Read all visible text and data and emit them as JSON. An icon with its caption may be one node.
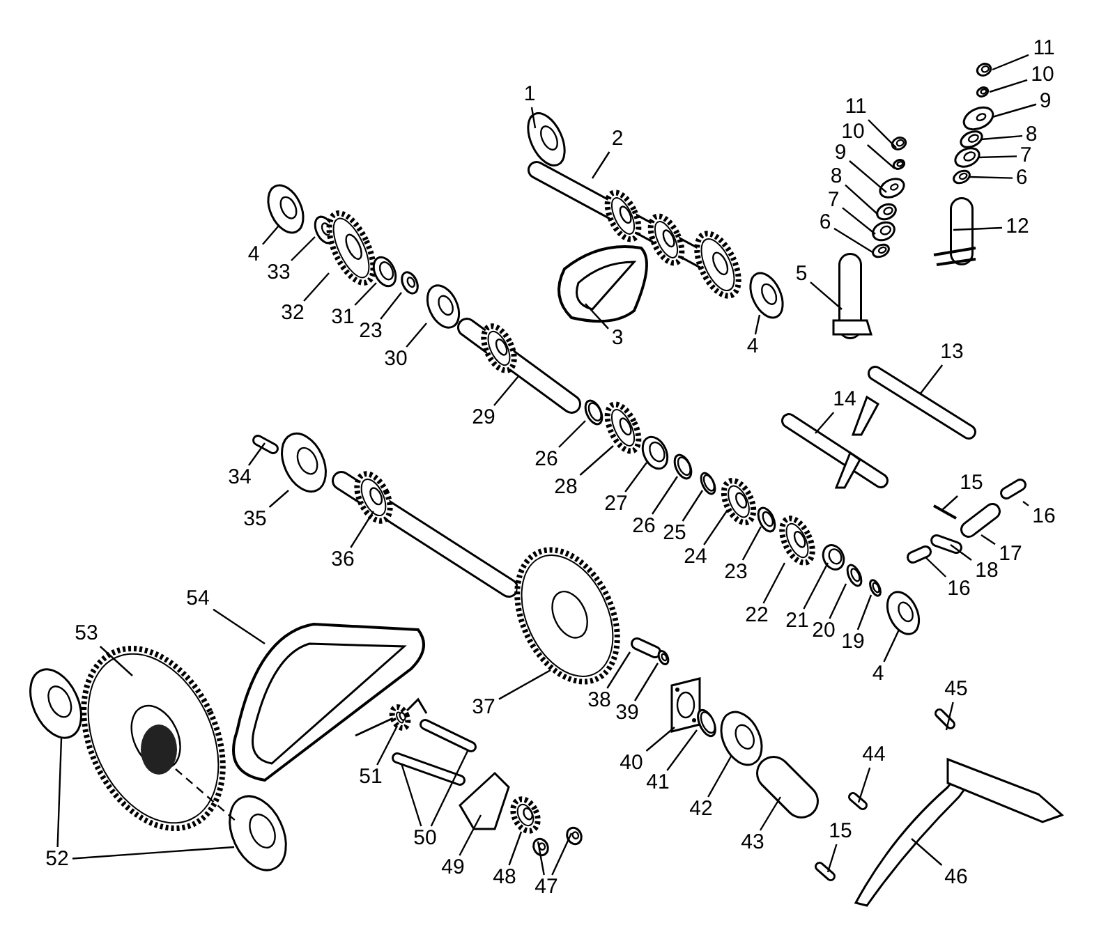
{
  "diagram": {
    "nodes": [
      {
        "text": [
          "1"
        ]
      },
      {
        "text": [
          "2"
        ]
      },
      {
        "text": [
          "3"
        ]
      },
      {
        "text": [
          "4"
        ]
      },
      {
        "text": [
          "33"
        ]
      },
      {
        "text": [
          "32"
        ]
      },
      {
        "text": [
          "31"
        ]
      },
      {
        "text": [
          "23"
        ]
      },
      {
        "text": [
          "30"
        ]
      },
      {
        "text": [
          "4"
        ]
      },
      {
        "text": [
          "5"
        ]
      },
      {
        "text": [
          "11"
        ]
      },
      {
        "text": [
          "10"
        ]
      },
      {
        "text": [
          "9"
        ]
      },
      {
        "text": [
          "8"
        ]
      },
      {
        "text": [
          "7"
        ]
      },
      {
        "text": [
          "6"
        ]
      },
      {
        "text": [
          "11"
        ]
      },
      {
        "text": [
          "10"
        ]
      },
      {
        "text": [
          "9"
        ]
      },
      {
        "text": [
          "8"
        ]
      },
      {
        "text": [
          "7"
        ]
      },
      {
        "text": [
          "6"
        ]
      },
      {
        "text": [
          "12"
        ]
      },
      {
        "text": [
          "13"
        ]
      },
      {
        "text": [
          "14"
        ]
      },
      {
        "text": [
          "15"
        ]
      },
      {
        "text": [
          "16"
        ]
      },
      {
        "text": [
          "17"
        ]
      },
      {
        "text": [
          "18"
        ]
      },
      {
        "text": [
          "16"
        ]
      },
      {
        "text": [
          "29"
        ]
      },
      {
        "text": [
          "26"
        ]
      },
      {
        "text": [
          "28"
        ]
      },
      {
        "text": [
          "27"
        ]
      },
      {
        "text": [
          "26"
        ]
      },
      {
        "text": [
          "25"
        ]
      },
      {
        "text": [
          "24"
        ]
      },
      {
        "text": [
          "23"
        ]
      },
      {
        "text": [
          "22"
        ]
      },
      {
        "text": [
          "21"
        ]
      },
      {
        "text": [
          "20"
        ]
      },
      {
        "text": [
          "19"
        ]
      },
      {
        "text": [
          "4"
        ]
      },
      {
        "text": [
          "34"
        ]
      },
      {
        "text": [
          "35"
        ]
      },
      {
        "text": [
          "36"
        ]
      },
      {
        "text": [
          "37"
        ]
      },
      {
        "text": [
          "38"
        ]
      },
      {
        "text": [
          "39"
        ]
      },
      {
        "text": [
          "40"
        ]
      },
      {
        "text": [
          "41"
        ]
      },
      {
        "text": [
          "42"
        ]
      },
      {
        "text": [
          "43"
        ]
      },
      {
        "text": [
          "44"
        ]
      },
      {
        "text": [
          "45"
        ]
      },
      {
        "text": [
          "15"
        ]
      },
      {
        "text": [
          "46"
        ]
      },
      {
        "text": [
          "51"
        ]
      },
      {
        "text": [
          "50"
        ]
      },
      {
        "text": [
          "49"
        ]
      },
      {
        "text": [
          "48"
        ]
      },
      {
        "text": [
          "47"
        ]
      },
      {
        "text": [
          "54"
        ]
      },
      {
        "text": [
          "53"
        ]
      },
      {
        "text": [
          "52"
        ]
      },
      {
        "text": [],
        "shape": "picture"
      },
      {
        "text": [],
        "shape": "picture"
      },
      {
        "text": [],
        "shape": "picture"
      },
      {
        "text": [],
        "shape": "picture"
      },
      {
        "text": [],
        "shape": "picture"
      },
      {
        "text": [],
        "shape": "picture"
      },
      {
        "text": [],
        "shape": "picture"
      },
      {
        "text": [],
        "shape": "picture"
      },
      {
        "text": [],
        "shape": "picture"
      },
      {
        "text": [],
        "shape": "picture"
      },
      {
        "text": [],
        "shape": "picture"
      },
      {
        "text": [],
        "shape": "picture"
      },
      {
        "text": [],
        "shape": "picture"
      },
      {
        "text": [],
        "shape": "picture"
      },
      {
        "text": [],
        "shape": "picture"
      },
      {
        "text": [],
        "shape": "picture"
      },
      {
        "text": [],
        "shape": "picture"
      },
      {
        "text": [],
        "shape": "picture"
      },
      {
        "text": [],
        "shape": "picture"
      },
      {
        "text": [],
        "shape": "picture"
      },
      {
        "text": [],
        "shape": "picture"
      },
      {
        "text": [],
        "shape": "picture"
      },
      {
        "text": [],
        "shape": "picture"
      },
      {
        "text": [],
        "shape": "picture"
      },
      {
        "text": [],
        "shape": "picture"
      },
      {
        "text": [],
        "shape": "picture"
      },
      {
        "text": [],
        "shape": "picture"
      },
      {
        "text": [],
        "shape": "picture"
      },
      {
        "text": [],
        "shape": "picture"
      },
      {
        "text": [],
        "shape": "picture"
      },
      {
        "text": [],
        "shape": "picture"
      },
      {
        "text": [],
        "shape": "picture"
      },
      {
        "text": [],
        "shape": "picture"
      },
      {
        "text": [],
        "shape": "picture"
      },
      {
        "text": [],
        "shape": "picture"
      },
      {
        "text": [],
        "shape": "picture"
      },
      {
        "text": [],
        "shape": "picture"
      },
      {
        "text": [],
        "shape": "picture"
      },
      {
        "text": [],
        "shape": "picture"
      },
      {
        "text": [],
        "shape": "picture"
      },
      {
        "text": [],
        "shape": "picture"
      },
      {
        "text": [],
        "shape": "picture"
      },
      {
        "text": [],
        "shape": "picture"
      },
      {
        "text": [],
        "shape": "picture"
      },
      {
        "text": [],
        "shape": "picture"
      },
      {
        "text": [],
        "shape": "picture"
      },
      {
        "text": [],
        "shape": "picture"
      },
      {
        "text": [],
        "shape": "picture"
      },
      {
        "text": [],
        "shape": "picture"
      },
      {
        "text": [],
        "shape": "picture"
      },
      {
        "text": [],
        "shape": "picture"
      },
      {
        "text": [],
        "shape": "picture"
      },
      {
        "text": [],
        "shape": "picture"
      },
      {
        "text": [],
        "shape": "picture"
      },
      {
        "text": [],
        "shape": "picture"
      },
      {
        "text": [],
        "shape": "picture"
      },
      {
        "text": [],
        "shape": "picture"
      },
      {
        "text": [],
        "shape": "picture"
      },
      {
        "text": [],
        "shape": "picture"
      },
      {
        "text": [],
        "shape": "picture"
      },
      {
        "text": [],
        "shape": "picture"
      },
      {
        "text": [],
        "shape": "picture"
      },
      {
        "text": [],
        "shape": "picture"
      },
      {
        "text": [],
        "shape": "picture"
      },
      {
        "text": [],
        "shape": "picture"
      },
      {
        "text": [],
        "shape": "picture"
      },
      {
        "text": [],
        "shape": "picture"
      },
      {
        "text": [],
        "shape": "picture"
      },
      {
        "text": [],
        "shape": "picture"
      }
    ],
    "edges": [
      {
        "from": 0,
        "to": 66,
        "arrow": "none"
      },
      {
        "from": 1,
        "to": 67,
        "arrow": "none"
      },
      {
        "from": 2,
        "to": 68,
        "arrow": "none"
      },
      {
        "from": 3,
        "to": 69,
        "arrow": "none"
      },
      {
        "from": 4,
        "to": 70,
        "arrow": "none"
      },
      {
        "from": 5,
        "to": 71,
        "arrow": "none"
      },
      {
        "from": 6,
        "to": 72,
        "arrow": "none"
      },
      {
        "from": 7,
        "to": 73,
        "arrow": "none"
      },
      {
        "from": 8,
        "to": 74,
        "arrow": "none"
      },
      {
        "from": 9,
        "to": 75,
        "arrow": "none"
      },
      {
        "from": 10,
        "to": 76,
        "arrow": "none"
      },
      {
        "from": 11,
        "to": 77,
        "arrow": "none"
      },
      {
        "from": 12,
        "to": 78,
        "arrow": "none"
      },
      {
        "from": 13,
        "to": 79,
        "arrow": "none"
      },
      {
        "from": 14,
        "to": 80,
        "arrow": "none"
      },
      {
        "from": 15,
        "to": 81,
        "arrow": "none"
      },
      {
        "from": 16,
        "to": 82,
        "arrow": "none"
      },
      {
        "from": 17,
        "to": 83,
        "arrow": "none"
      },
      {
        "from": 18,
        "to": 84,
        "arrow": "none"
      },
      {
        "from": 19,
        "to": 85,
        "arrow": "none"
      },
      {
        "from": 20,
        "to": 86,
        "arrow": "none"
      },
      {
        "from": 21,
        "to": 87,
        "arrow": "none"
      },
      {
        "from": 22,
        "to": 88,
        "arrow": "none"
      },
      {
        "from": 23,
        "to": 89,
        "arrow": "none"
      },
      {
        "from": 24,
        "to": 90,
        "arrow": "none"
      },
      {
        "from": 25,
        "to": 91,
        "arrow": "none"
      },
      {
        "from": 26,
        "to": 92,
        "arrow": "none"
      },
      {
        "from": 27,
        "to": 93,
        "arrow": "none"
      },
      {
        "from": 28,
        "to": 94,
        "arrow": "none"
      },
      {
        "from": 29,
        "to": 95,
        "arrow": "none"
      },
      {
        "from": 30,
        "to": 96,
        "arrow": "none"
      },
      {
        "from": 31,
        "to": 97,
        "arrow": "none"
      },
      {
        "from": 32,
        "to": 98,
        "arrow": "none"
      },
      {
        "from": 33,
        "to": 99,
        "arrow": "none"
      },
      {
        "from": 34,
        "to": 100,
        "arrow": "none"
      },
      {
        "from": 35,
        "to": 101,
        "arrow": "none"
      },
      {
        "from": 36,
        "to": 102,
        "arrow": "none"
      },
      {
        "from": 37,
        "to": 103,
        "arrow": "none"
      },
      {
        "from": 38,
        "to": 104,
        "arrow": "none"
      },
      {
        "from": 39,
        "to": 105,
        "arrow": "none"
      },
      {
        "from": 40,
        "to": 106,
        "arrow": "none"
      },
      {
        "from": 41,
        "to": 107,
        "arrow": "none"
      },
      {
        "from": 42,
        "to": 108,
        "arrow": "none"
      },
      {
        "from": 43,
        "to": 109,
        "arrow": "none"
      },
      {
        "from": 44,
        "to": 110,
        "arrow": "none"
      },
      {
        "from": 45,
        "to": 111,
        "arrow": "none"
      },
      {
        "from": 46,
        "to": 112,
        "arrow": "none"
      },
      {
        "from": 47,
        "to": 113,
        "arrow": "none"
      },
      {
        "from": 48,
        "to": 114,
        "arrow": "none"
      },
      {
        "from": 49,
        "to": 115,
        "arrow": "none"
      },
      {
        "from": 50,
        "to": 116,
        "arrow": "none"
      },
      {
        "from": 51,
        "to": 117,
        "arrow": "none"
      },
      {
        "from": 52,
        "to": 118,
        "arrow": "none"
      },
      {
        "from": 53,
        "to": 119,
        "arrow": "none"
      },
      {
        "from": 54,
        "to": 120,
        "arrow": "none"
      },
      {
        "from": 55,
        "to": 121,
        "arrow": "none"
      },
      {
        "from": 56,
        "to": 122,
        "arrow": "none"
      },
      {
        "from": 57,
        "to": 123,
        "arrow": "none"
      },
      {
        "from": 58,
        "to": 124,
        "arrow": "none"
      },
      {
        "from": 59,
        "to": 125,
        "arrow": "none"
      },
      {
        "from": 59,
        "to": 126,
        "arrow": "none"
      },
      {
        "from": 60,
        "to": 127,
        "arrow": "none"
      },
      {
        "from": 61,
        "to": 128,
        "arrow": "none"
      },
      {
        "from": 62,
        "to": 129,
        "arrow": "none"
      },
      {
        "from": 62,
        "to": 130,
        "arrow": "none"
      },
      {
        "from": 63,
        "to": 131,
        "arrow": "none"
      },
      {
        "from": 64,
        "to": 132,
        "arrow": "none"
      },
      {
        "from": 65,
        "to": 133,
        "arrow": "none"
      },
      {
        "from": 65,
        "to": 134,
        "arrow": "none"
      },
      {
        "from": 132,
        "to": 134,
        "arrow": "none",
        "style": "dashed"
      }
    ]
  }
}
